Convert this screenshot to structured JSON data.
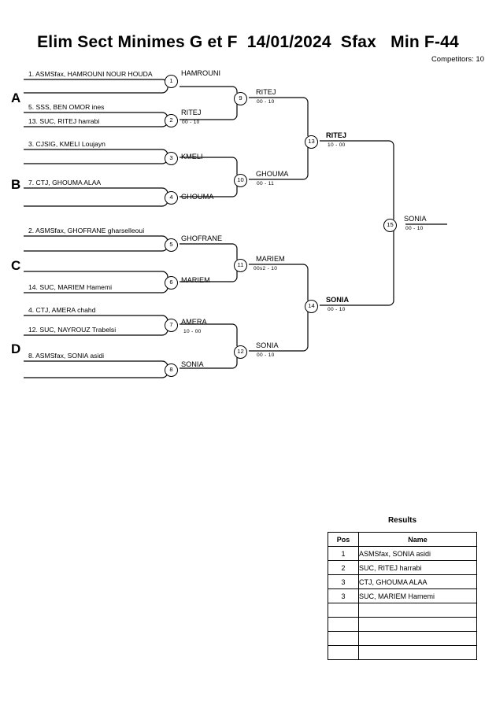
{
  "header": {
    "title": "Elim Sect Minimes G et F  14/01/2024  Sfax   Min F-44",
    "competitors": "Competitors: 10"
  },
  "groups": [
    {
      "label": "A"
    },
    {
      "label": "B"
    },
    {
      "label": "C"
    },
    {
      "label": "D"
    }
  ],
  "round1": [
    {
      "num": "1",
      "top_entrant": "1. ASMSfax, HAMROUNI NOUR HOUDA",
      "bottom_entrant": "",
      "winner": "HAMROUNI",
      "score": ""
    },
    {
      "num": "2",
      "top_entrant": "5. SSS, BEN OMOR ines",
      "bottom_entrant": "13. SUC, RITEJ harrabi",
      "winner": "RITEJ",
      "score": "00 - 10"
    },
    {
      "num": "3",
      "top_entrant": "3. CJSIG, KMELI Loujayn",
      "bottom_entrant": "",
      "winner": "KMELI",
      "score": ""
    },
    {
      "num": "4",
      "top_entrant": "7. CTJ, GHOUMA ALAA",
      "bottom_entrant": "",
      "winner": "GHOUMA",
      "score": ""
    },
    {
      "num": "5",
      "top_entrant": "2. ASMSfax, GHOFRANE gharselleoui",
      "bottom_entrant": "",
      "winner": "GHOFRANE",
      "score": ""
    },
    {
      "num": "6",
      "top_entrant": "",
      "bottom_entrant": "14. SUC, MARIEM Hamemi",
      "winner": "MARIEM",
      "score": ""
    },
    {
      "num": "7",
      "top_entrant": "4. CTJ, AMERA chahd",
      "bottom_entrant": "12. SUC, NAYROUZ Trabelsi",
      "winner": "AMERA",
      "score": "10 - 00"
    },
    {
      "num": "8",
      "top_entrant": "8. ASMSfax, SONIA asidi",
      "bottom_entrant": "",
      "winner": "SONIA",
      "score": ""
    }
  ],
  "round2": [
    {
      "num": "9",
      "winner": "RITEJ",
      "score": "00 - 10",
      "bold": false
    },
    {
      "num": "10",
      "winner": "GHOUMA",
      "score": "00 - 11",
      "bold": false
    },
    {
      "num": "11",
      "winner": "MARIEM",
      "score": "00s2 - 10",
      "bold": false
    },
    {
      "num": "12",
      "winner": "SONIA",
      "score": "00 - 10",
      "bold": false
    }
  ],
  "round3": [
    {
      "num": "13",
      "winner": "RITEJ",
      "score": "10 - 00",
      "bold": true
    },
    {
      "num": "14",
      "winner": "SONIA",
      "score": "00 - 10",
      "bold": true
    }
  ],
  "final": {
    "num": "15",
    "winner": "SONIA",
    "score": "00 - 10"
  },
  "results": {
    "title": "Results",
    "columns": [
      "Pos",
      "Name"
    ],
    "rows": [
      {
        "pos": "1",
        "name": "ASMSfax, SONIA asidi"
      },
      {
        "pos": "2",
        "name": "SUC, RITEJ harrabi"
      },
      {
        "pos": "3",
        "name": "CTJ, GHOUMA ALAA"
      },
      {
        "pos": "3",
        "name": "SUC, MARIEM Hamemi"
      },
      {
        "pos": "",
        "name": ""
      },
      {
        "pos": "",
        "name": ""
      },
      {
        "pos": "",
        "name": ""
      },
      {
        "pos": "",
        "name": ""
      }
    ]
  }
}
